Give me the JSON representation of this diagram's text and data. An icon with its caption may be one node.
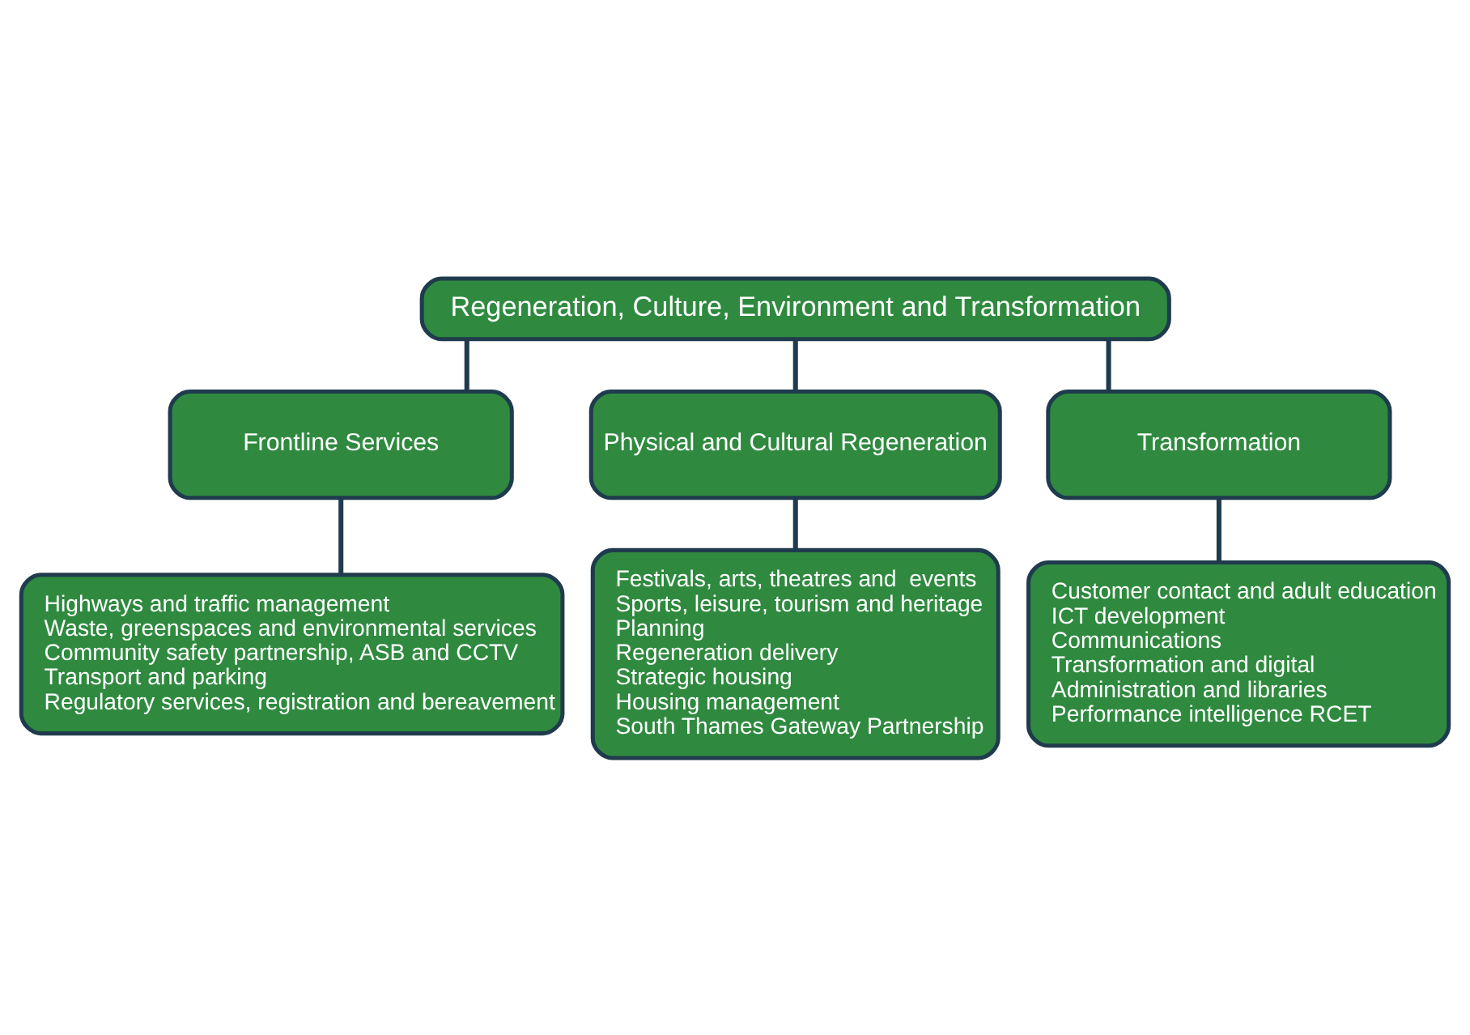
{
  "diagram": {
    "nodes": [
      {
        "text": [
          "Regeneration, Culture, Environment and Transformation"
        ]
      },
      {
        "text": [
          "Frontline Services"
        ]
      },
      {
        "text": [
          "Physical and Cultural Regeneration"
        ]
      },
      {
        "text": [
          "Transformation"
        ]
      },
      {
        "text": [
          "Highways and traffic management",
          "Waste, greenspaces and environmental services",
          "Community safety partnership, ASB and CCTV",
          "Transport and parking",
          "Regulatory services, registration and bereavement"
        ]
      },
      {
        "text": [
          "Festivals, arts, theatres and  events",
          "Sports, leisure, tourism and heritage",
          "Planning",
          "Regeneration delivery",
          "Strategic housing",
          "Housing management",
          "South Thames Gateway Partnership"
        ]
      },
      {
        "text": [
          "Customer contact and adult education",
          "ICT development",
          "Communications",
          "Transformation and digital",
          "Administration and libraries",
          "Performance intelligence RCET"
        ]
      }
    ],
    "edges": [
      {
        "from": 0,
        "to": 1,
        "arrow": "none"
      },
      {
        "from": 0,
        "to": 2,
        "arrow": "none"
      },
      {
        "from": 0,
        "to": 3,
        "arrow": "none"
      },
      {
        "from": 1,
        "to": 4,
        "arrow": "none"
      },
      {
        "from": 2,
        "to": 5,
        "arrow": "none"
      },
      {
        "from": 3,
        "to": 6,
        "arrow": "none"
      }
    ]
  }
}
